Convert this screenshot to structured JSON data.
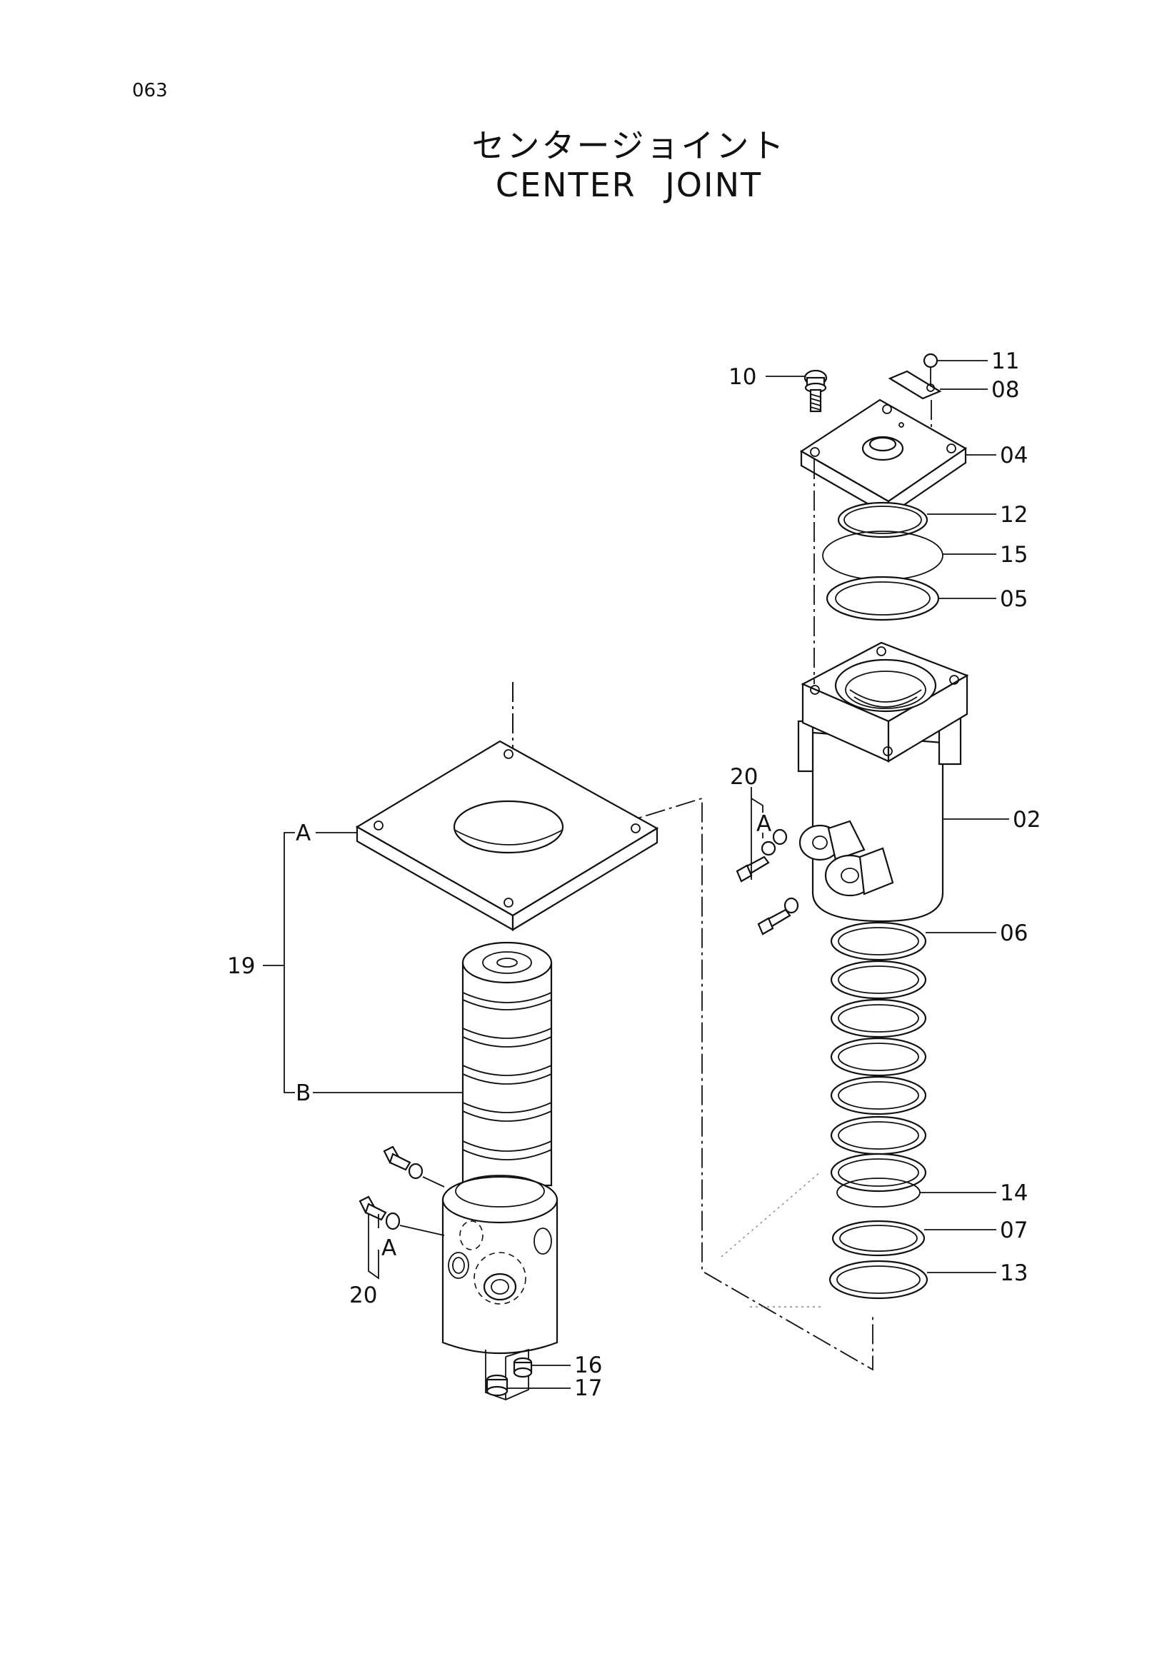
{
  "page_number": "063",
  "title_jp": "センタージョイント",
  "title_en": "CENTER   JOINT",
  "callouts": {
    "c10": "10",
    "c11": "11",
    "c08": "08",
    "c04": "04",
    "c12": "12",
    "c15": "15",
    "c05": "05",
    "c02": "02",
    "c06": "06",
    "c14": "14",
    "c07": "07",
    "c13": "13",
    "c16": "16",
    "c17": "17",
    "c19": "19",
    "c20_right": "20",
    "c20_left": "20",
    "a_right": "A",
    "a_left": "A",
    "a_top": "A",
    "b_mid": "B"
  }
}
